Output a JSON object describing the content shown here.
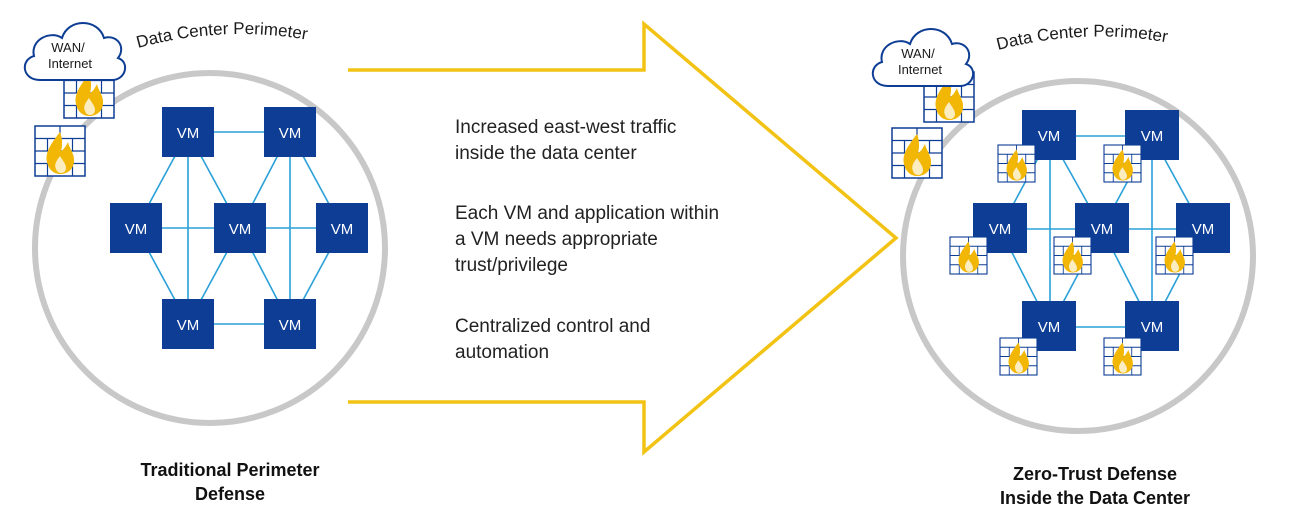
{
  "arrow": {
    "bullets": [
      {
        "lines": [
          "Increased east-west traffic",
          "inside the data center"
        ]
      },
      {
        "lines": [
          "Each VM and application within",
          "a VM needs appropriate",
          "trust/privilege"
        ]
      },
      {
        "lines": [
          "Centralized control and",
          "automation"
        ]
      }
    ]
  },
  "left_panel": {
    "perimeter_label": "Data Center Perimeter",
    "cloud_label_line1": "WAN/",
    "cloud_label_line2": "Internet",
    "caption_line1": "Traditional Perimeter",
    "caption_line2": "Defense",
    "vm_label": "VM"
  },
  "right_panel": {
    "perimeter_label": "Data Center Perimeter",
    "cloud_label_line1": "WAN/",
    "cloud_label_line2": "Internet",
    "caption_line1": "Zero-Trust Defense",
    "caption_line2": "Inside the Data Center",
    "vm_label": "VM"
  },
  "colors": {
    "vm_box": "#0d3d94",
    "link_line": "#2aa0d8",
    "perimeter_ring": "#c8c8c8",
    "arrow_outline": "#f2c314",
    "firewall_flame": "#f2b705",
    "firewall_grid": "#0d3d94"
  },
  "icons": [
    "cloud-icon",
    "firewall-icon"
  ]
}
